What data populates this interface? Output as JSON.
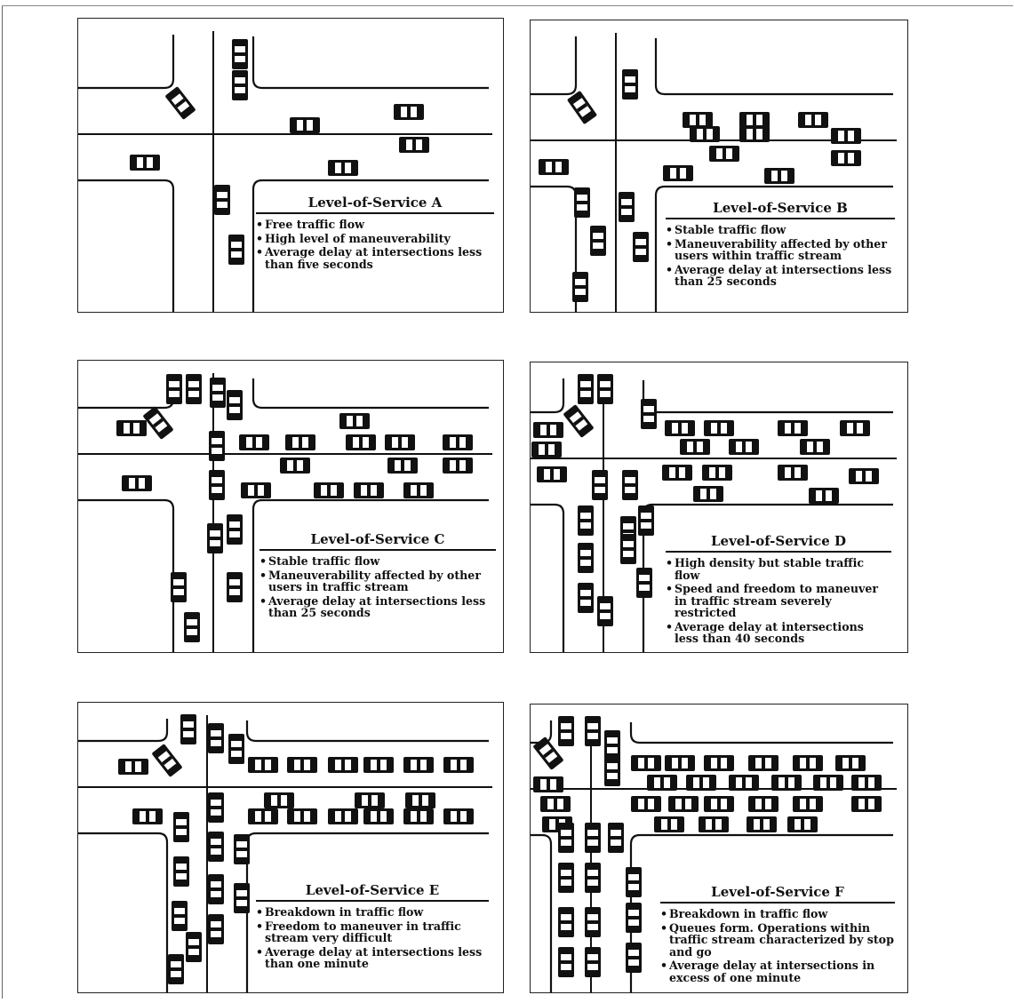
{
  "panels": [
    {
      "title": "Level-of-Service A",
      "bullets": [
        "Free traffic flow",
        "High level of maneuverability",
        "Average delay at intersections less than five seconds"
      ]
    },
    {
      "title": "Level-of-Service B",
      "bullets": [
        "Stable traffic flow",
        "Maneuverability affected by other users within traffic stream",
        "Average delay at intersections less than 25 seconds"
      ]
    },
    {
      "title": "Level-of-Service C",
      "bullets": [
        "Stable traffic flow",
        "Maneuverability affected by other users in traffic stream",
        "Average delay at intersections less than 25 seconds"
      ]
    },
    {
      "title": "Level-of-Service D",
      "bullets": [
        "High density but stable traffic flow",
        "Speed and freedom to maneuver in traffic stream severely restricted",
        "Average delay at intersections less than 40 seconds"
      ]
    },
    {
      "title": "Level-of-Service E",
      "bullets": [
        "Breakdown in traffic flow",
        "Freedom to maneuver in traffic stream very difficult",
        "Average delay at intersections less than one minute"
      ]
    },
    {
      "title": "Level-of-Service F",
      "bullets": [
        "Breakdown in traffic flow",
        "Queues form. Operations within traffic stream characterized by stop and go",
        "Average delay at intersections in excess of one minute"
      ]
    }
  ]
}
